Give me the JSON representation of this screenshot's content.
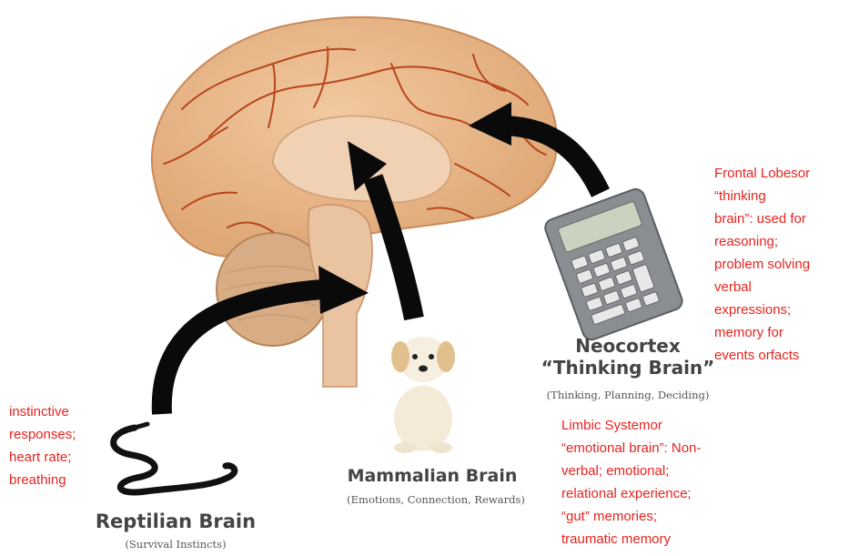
{
  "neocortex": {
    "title_line1": "Neocortex",
    "title_line2": "“Thinking Brain”",
    "subtitle": "(Thinking, Planning, Deciding)",
    "note": [
      "Frontal Lobesor",
      "“thinking",
      "brain”: used for",
      "reasoning;",
      "problem solving",
      "verbal",
      "expressions;",
      "memory for",
      "events orfacts"
    ]
  },
  "mammalian": {
    "title": "Mammalian Brain",
    "subtitle": "(Emotions, Connection, Rewards)",
    "note": [
      "Limbic Systemor",
      "“emotional brain”: Non-",
      "verbal; emotional;",
      "relational experience;",
      "“gut” memories;",
      "traumatic memory"
    ]
  },
  "reptilian": {
    "title": "Reptilian Brain",
    "subtitle": "(Survival Instincts)",
    "note": [
      "instinctive",
      "responses;",
      "heart rate;",
      "breathing"
    ]
  },
  "colors": {
    "note_text": "#e8231f",
    "arrow": "#0a0a0a",
    "brain": "#e9b98a",
    "vessels": "#b8461d"
  }
}
